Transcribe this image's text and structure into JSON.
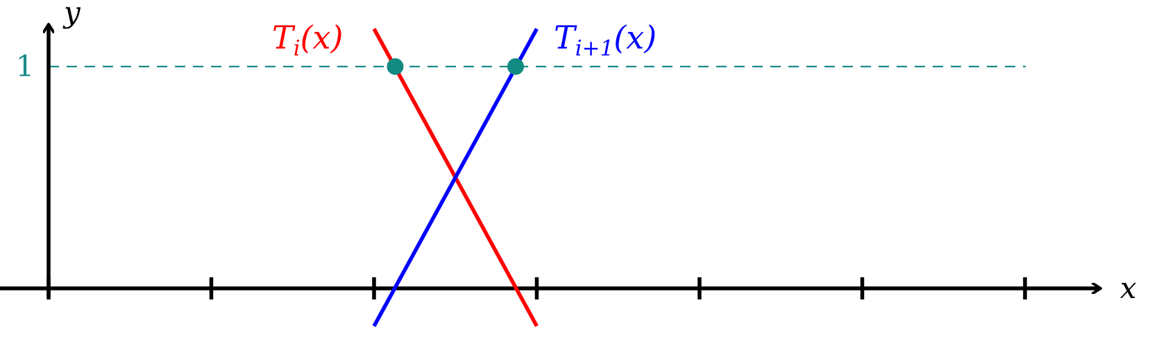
{
  "axes": {
    "x_label": "x",
    "y_label": "y",
    "x_range": [
      0,
      6
    ],
    "y_range": [
      0,
      1
    ],
    "x_ticks": [
      0,
      1,
      2,
      3,
      4,
      5,
      6
    ]
  },
  "reference_line": {
    "y": 1,
    "label": "1",
    "style": "dashed",
    "color": "#1a8a8a"
  },
  "lines": [
    {
      "id": "t_i",
      "label_main": "T",
      "label_sub": "i",
      "label_tail": "(x)",
      "color": "#ff0000",
      "from": [
        2.0,
        1.17
      ],
      "to": [
        3.0,
        -0.17
      ]
    },
    {
      "id": "t_i1",
      "label_main": "T",
      "label_sub": "i+1",
      "label_tail": "(x)",
      "color": "#0000ff",
      "from": [
        2.0,
        -0.17
      ],
      "to": [
        3.0,
        1.17
      ]
    }
  ],
  "points": [
    {
      "x": 2.13,
      "y": 1,
      "color": "#128a82"
    },
    {
      "x": 2.87,
      "y": 1,
      "color": "#128a82"
    }
  ],
  "colors": {
    "axis": "#000000",
    "point": "#128a82"
  }
}
